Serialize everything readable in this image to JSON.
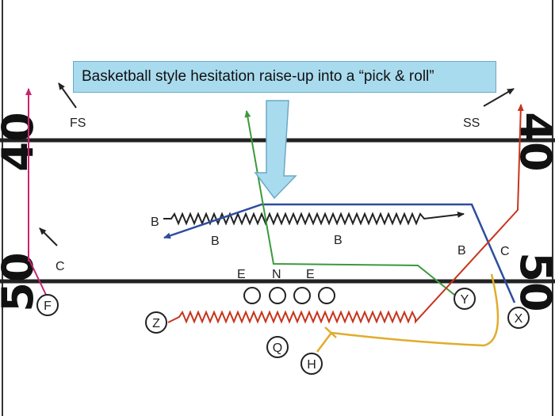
{
  "callout": {
    "text": "Basketball style hesitation raise-up into a “pick & roll”"
  },
  "yard_lines": {
    "top_left": "40",
    "top_right": "40",
    "bottom_left": "50",
    "bottom_right": "50"
  },
  "defense": {
    "fs": "FS",
    "ss": "SS",
    "c_left": "C",
    "c_right": "C",
    "b_left": "B",
    "b_low": "B",
    "b_mid": "B",
    "b_right": "B",
    "e_left": "E",
    "n": "N",
    "e_right": "E"
  },
  "offense": {
    "f": "F",
    "z": "Z",
    "q": "Q",
    "h": "H",
    "y": "Y",
    "x": "X"
  },
  "colors": {
    "pink_route": "#c8236f",
    "blue_route": "#2e4d9e",
    "green_route": "#3a9a3a",
    "red_route": "#c8341c",
    "gold_route": "#e1ac2c",
    "callout_fill": "#a9dbee",
    "line": "#222222"
  }
}
